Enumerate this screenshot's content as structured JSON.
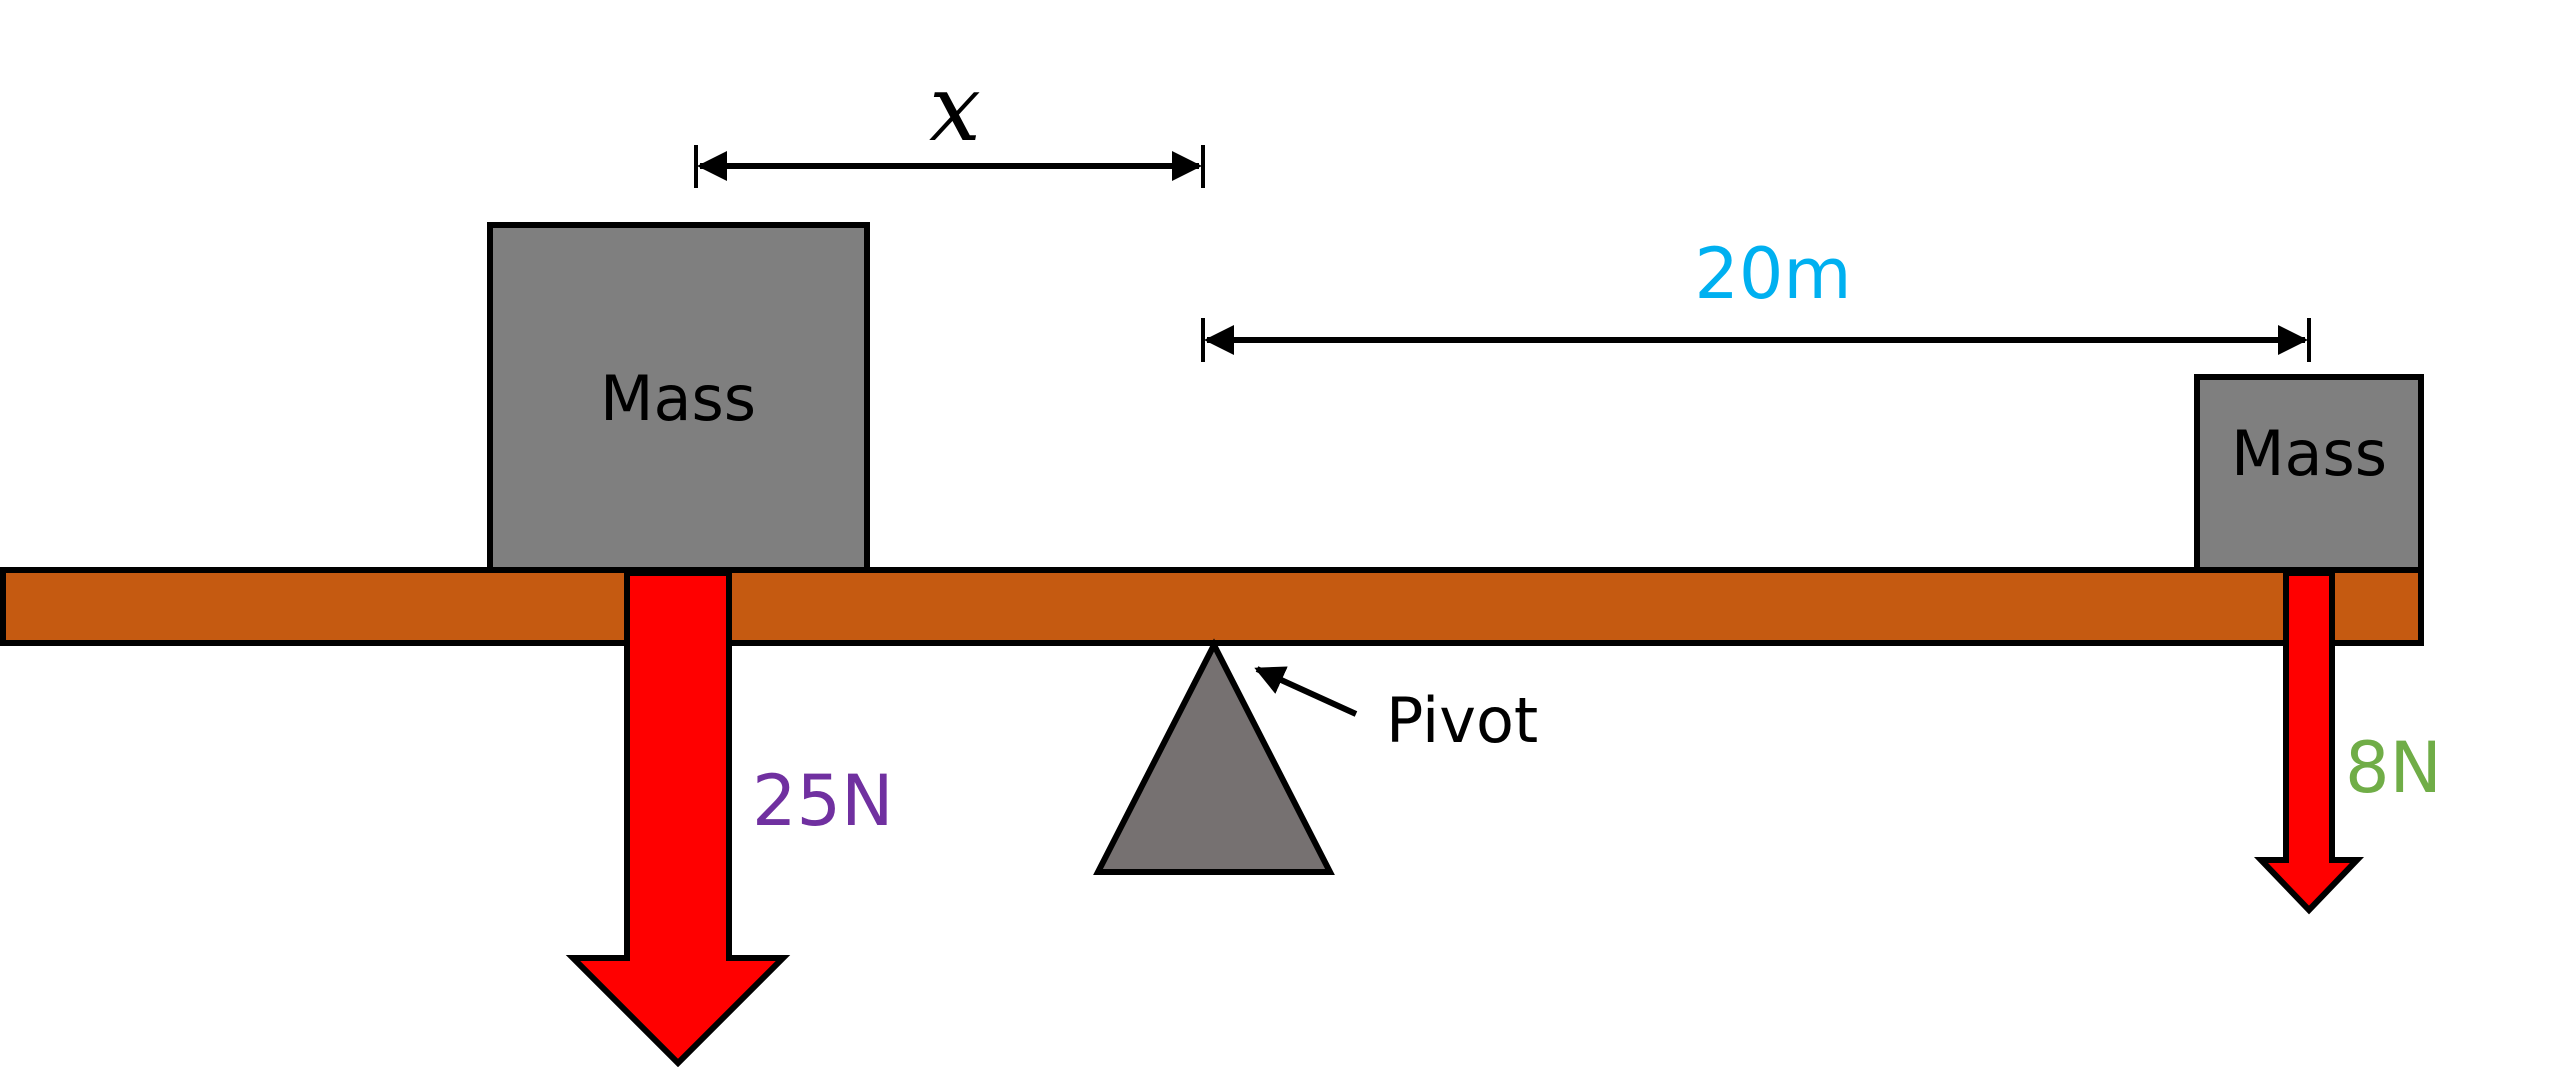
{
  "diagram": {
    "left_distance_label": "x",
    "right_distance_label": "20m",
    "left_mass": {
      "label": "Mass",
      "force_label": "25N"
    },
    "right_mass": {
      "label": "Mass",
      "force_label": "8N"
    },
    "pivot_label": "Pivot"
  },
  "colors": {
    "beam": "#c55a11",
    "mass_fill": "#7f7f7f",
    "pivot_fill": "#767171",
    "arrow_fill": "#ff0000",
    "distance_right_color": "#00b0f0",
    "force_left_color": "#7030a0",
    "force_right_color": "#70ad47"
  }
}
